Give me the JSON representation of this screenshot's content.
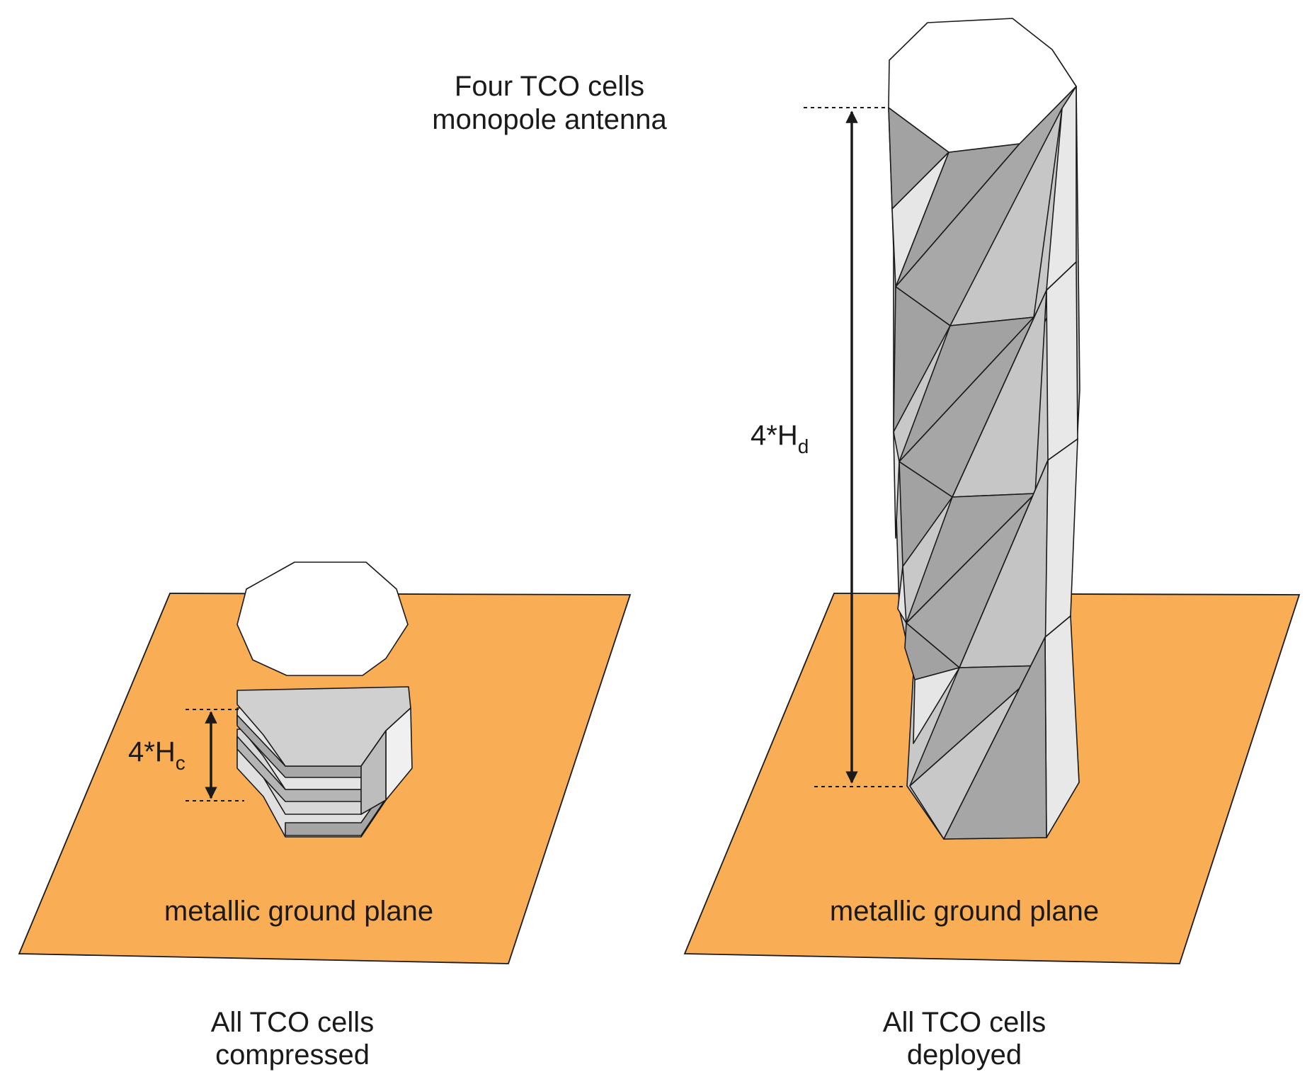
{
  "colors": {
    "ground_plane": "#F9AE55",
    "light_facet": "#E8E8E8",
    "mid_facet": "#C8C8C8",
    "dark_facet": "#A2A2A2",
    "top_face": "#FFFFFF",
    "outline": "#1A1A1A"
  },
  "left_panel": {
    "plane_label": "metallic ground plane",
    "height_label_main": "4*H",
    "height_label_sub": "c",
    "caption_line1": "All TCO cells",
    "caption_line2": "compressed"
  },
  "right_panel": {
    "plane_label": "metallic ground plane",
    "height_label_main": "4*H",
    "height_label_sub": "d",
    "title_line1": "Four TCO cells",
    "title_line2": "monopole antenna",
    "caption_line1": "All TCO cells",
    "caption_line2": "deployed"
  }
}
